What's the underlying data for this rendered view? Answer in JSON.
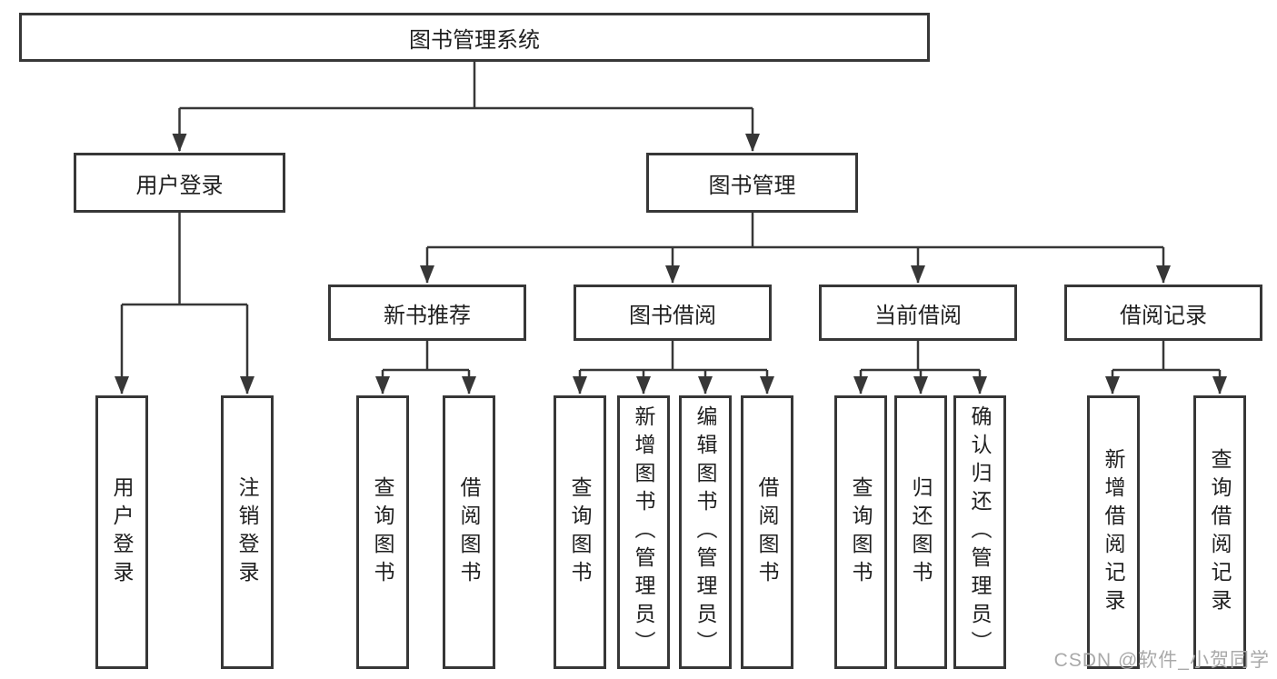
{
  "diagram": {
    "root": "图书管理系统",
    "branches": [
      {
        "label": "用户登录",
        "children": [
          "用户登录",
          "注销登录"
        ]
      },
      {
        "label": "图书管理",
        "sections": [
          {
            "label": "新书推荐",
            "children": [
              "查询图书",
              "借阅图书"
            ]
          },
          {
            "label": "图书借阅",
            "children": [
              "查询图书",
              "新增图书（管理员）",
              "编辑图书（管理员）",
              "借阅图书"
            ]
          },
          {
            "label": "当前借阅",
            "children": [
              "查询图书",
              "归还图书",
              "确认归还（管理员）"
            ]
          },
          {
            "label": "借阅记录",
            "children": [
              "新增借阅记录",
              "查询借阅记录"
            ]
          }
        ]
      }
    ]
  },
  "watermark": {
    "text": "CSDN @软件_小贺同学"
  },
  "colors": {
    "line": "#373737",
    "box_border": "#373737",
    "text": "#1f1f1f",
    "watermark": "#a9a9a9"
  }
}
